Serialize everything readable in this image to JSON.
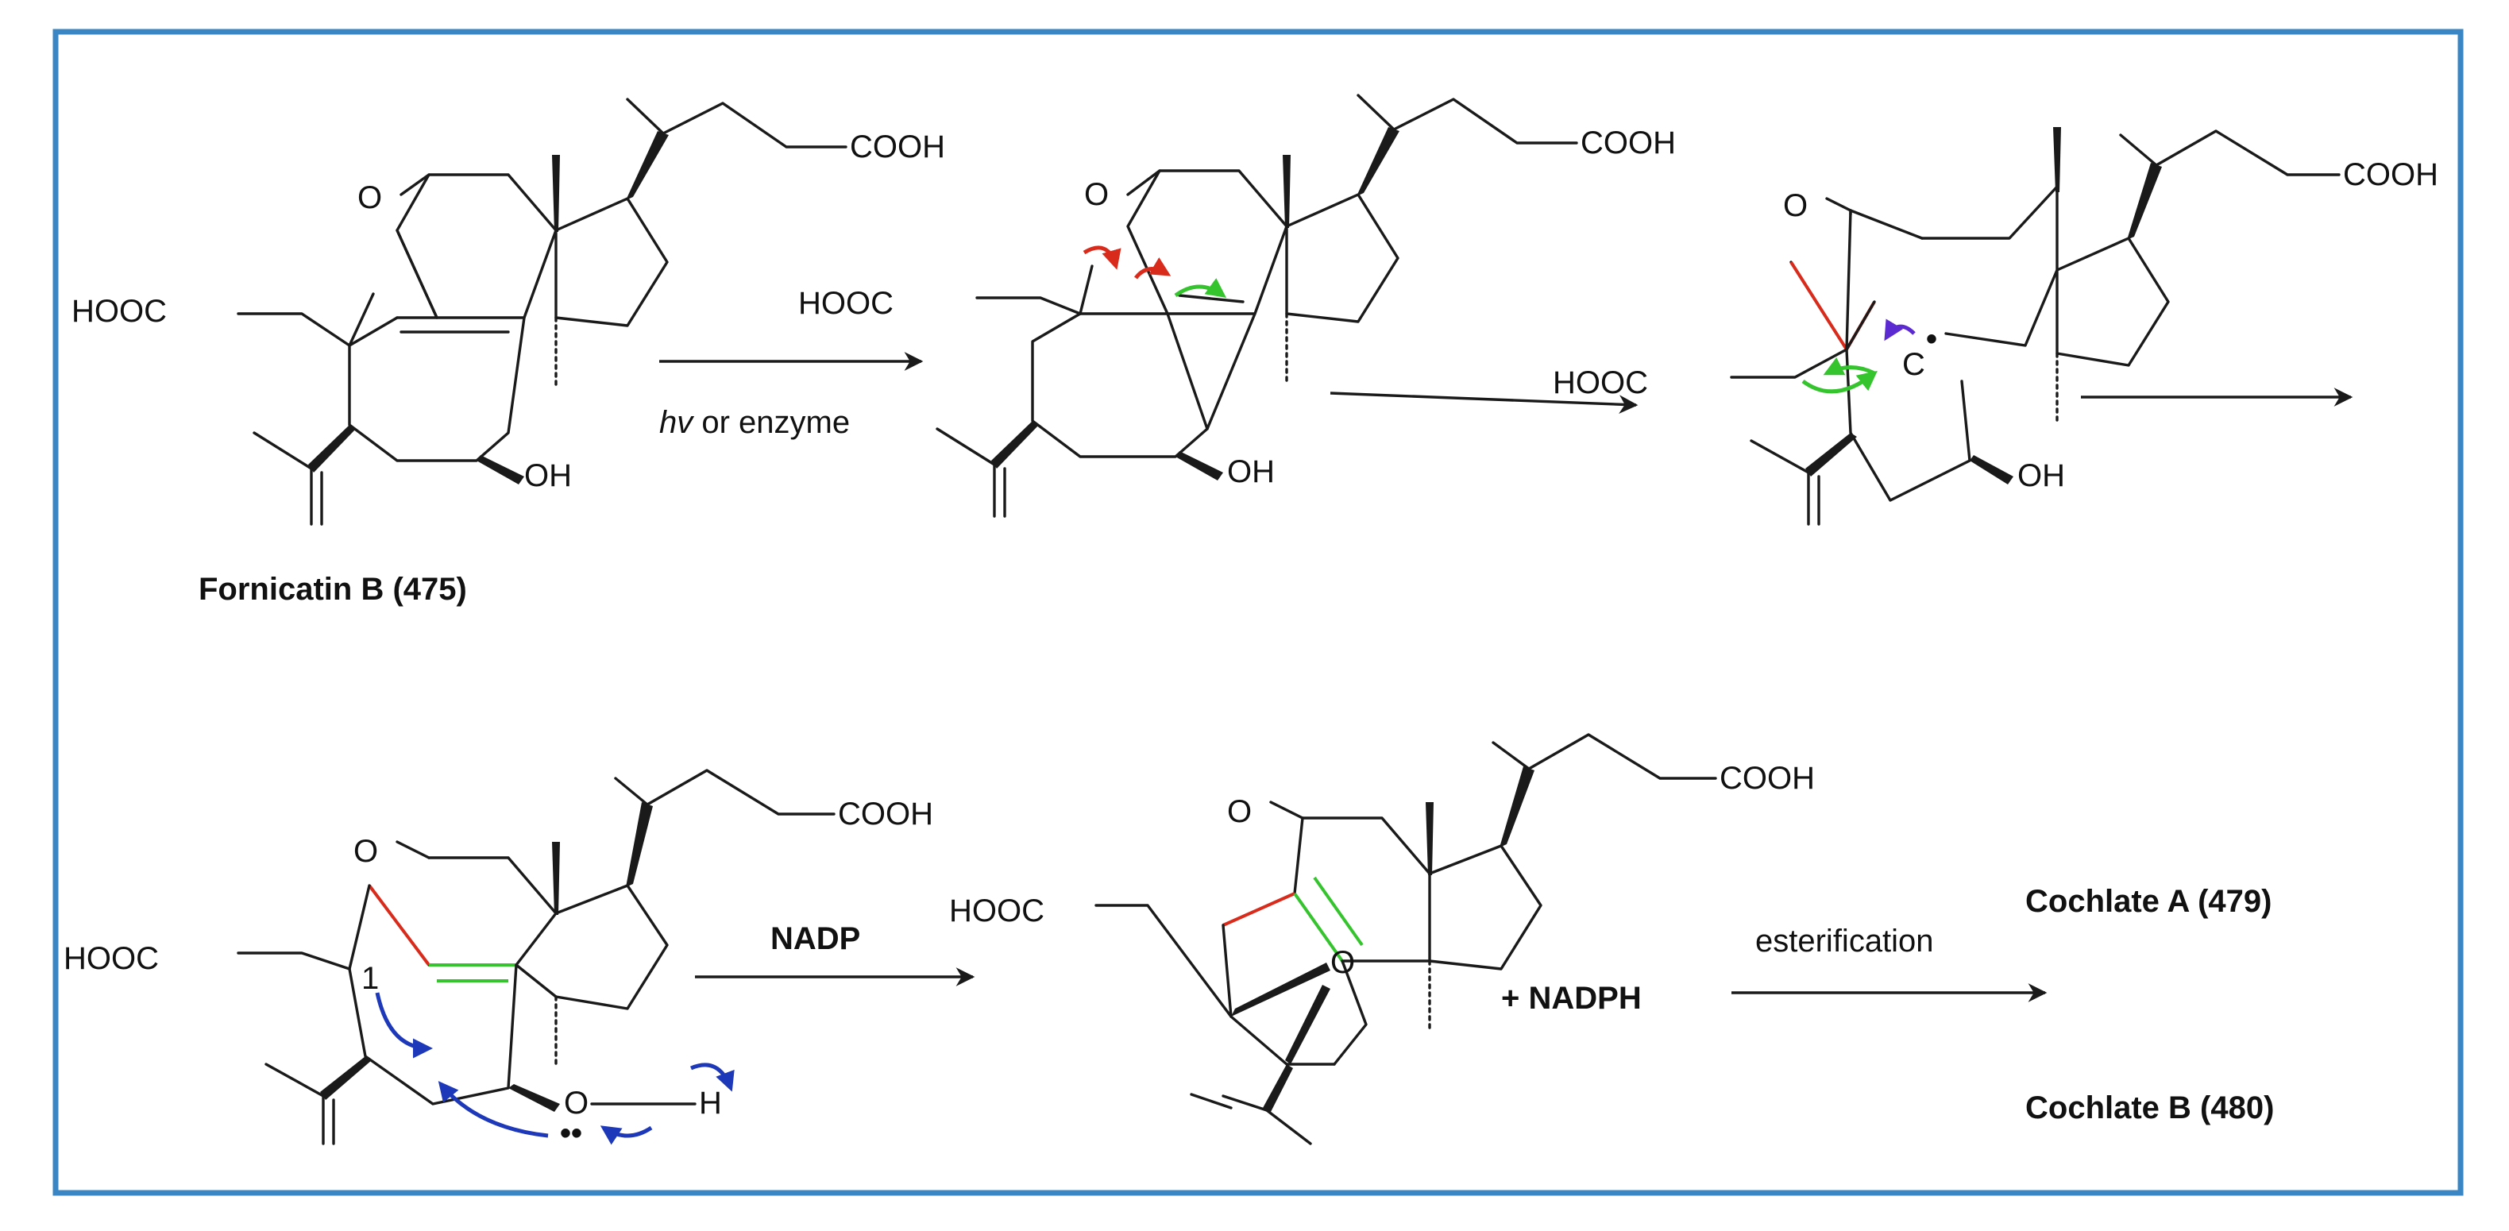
{
  "frame_color": "#3a86c4",
  "colors": {
    "red": "#d92b1c",
    "green": "#35c42e",
    "blue": "#1d38b8",
    "purple": "#5b2ad0"
  },
  "labels": {
    "cooh": "COOH",
    "hooc": "HOOC",
    "o": "O",
    "oh": "OH",
    "h": "H",
    "c": "C",
    "radical_dot": "•",
    "lone_pair": "••",
    "one": "1"
  },
  "compound1": {
    "name": "Fornicatin B (475)"
  },
  "step1": {
    "reagent_italic": "hv",
    "reagent_rest": " or enzyme"
  },
  "step4": {
    "reagent": "NADP"
  },
  "step5": {
    "coproduct": "+ NADPH",
    "reagent": "esterification"
  },
  "products": [
    "Cochlate A (479)",
    "Cochlate B (480)"
  ]
}
